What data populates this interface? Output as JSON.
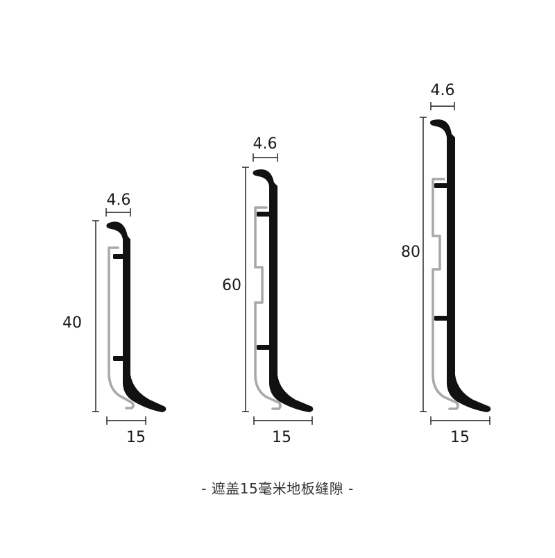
{
  "profiles": [
    {
      "id": "h40",
      "height_label": "40",
      "thickness_label": "4.6",
      "width_label": "15"
    },
    {
      "id": "h60",
      "height_label": "60",
      "thickness_label": "4.6",
      "width_label": "15"
    },
    {
      "id": "h80",
      "height_label": "80",
      "thickness_label": "4.6",
      "width_label": "15"
    }
  ],
  "caption": "- 遮盖15毫米地板缝隙 -",
  "colors": {
    "cover": "#111111",
    "clip": "#a9a9a9",
    "text": "#1a1a1a"
  }
}
